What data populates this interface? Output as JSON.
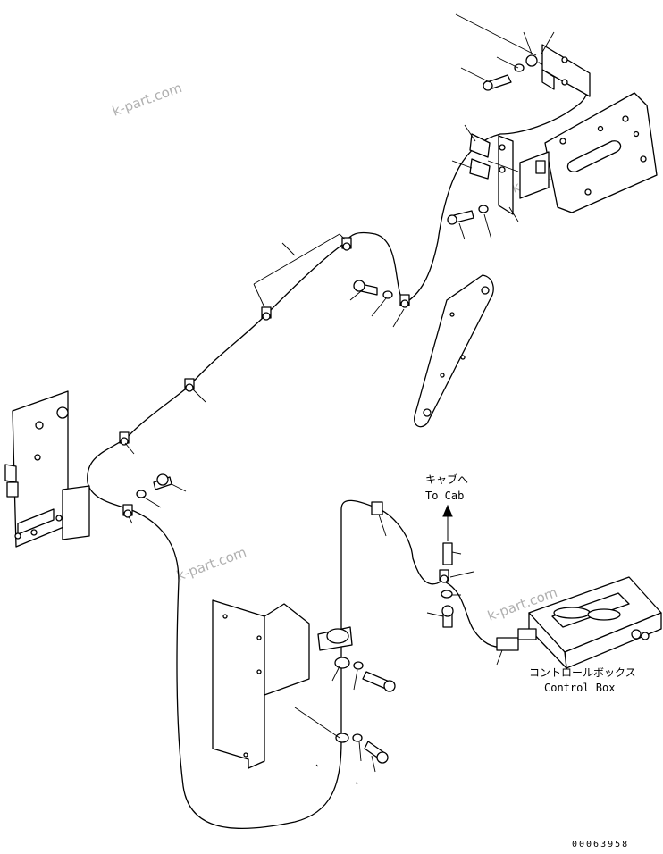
{
  "labels": {
    "to_cab_jp": "キャブへ",
    "to_cab_en": "To Cab",
    "control_box_jp": "コントロールボックス",
    "control_box_en": "Control Box"
  },
  "watermark": "k-part.com",
  "document_number": "00063958",
  "icons": [
    "harness-clip-icon",
    "bolt-icon",
    "washer-icon",
    "arrow-up-icon"
  ]
}
